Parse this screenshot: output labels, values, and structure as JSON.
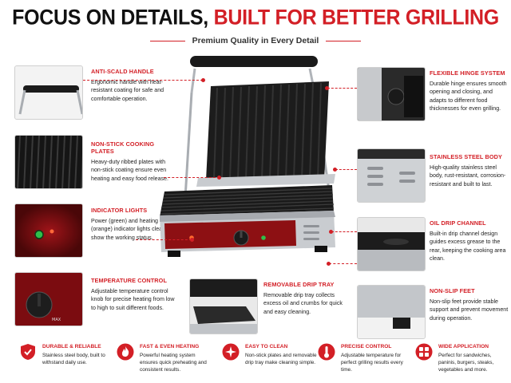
{
  "header": {
    "title_dark": "FOCUS ON DETAILS,",
    "title_red": "BUILT FOR BETTER GRILLING",
    "subtitle": "Premium Quality in Every Detail"
  },
  "left_features": [
    {
      "title": "ANTI-SCALD HANDLE",
      "body": "Ergonomic handle with heat-resistant coating for safe and comfortable operation."
    },
    {
      "title": "NON-STICK COOKING PLATES",
      "body": "Heavy-duty ribbed plates with non-stick coating ensure even heating and easy food release."
    },
    {
      "title": "INDICATOR LIGHTS",
      "body": "Power (green) and heating (orange) indicator lights clearly show the working status."
    },
    {
      "title": "TEMPERATURE CONTROL",
      "body": "Adjustable temperature control knob for precise heating from low to high to suit different foods."
    }
  ],
  "right_features": [
    {
      "title": "FLEXIBLE HINGE SYSTEM",
      "body": "Durable hinge ensures smooth opening and closing, and adapts to different food thicknesses for even grilling."
    },
    {
      "title": "STAINLESS STEEL BODY",
      "body": "High-quality stainless steel body, rust-resistant, corrosion-resistant and built to last."
    },
    {
      "title": "OIL DRIP CHANNEL",
      "body": "Built-in drip channel design guides excess grease to the rear, keeping the cooking area clean."
    },
    {
      "title": "NON-SLIP FEET",
      "body": "Non-slip feet provide stable support and prevent movement during operation."
    }
  ],
  "center_feature": {
    "title": "REMOVABLE DRIP TRAY",
    "body": "Removable drip tray collects excess oil and crumbs for quick and easy cleaning."
  },
  "bottom_features": [
    {
      "title": "DURABLE & RELIABLE",
      "body": "Stainless steel body, built to withstand daily use.",
      "icon": "shield-icon"
    },
    {
      "title": "FAST & EVEN HEATING",
      "body": "Powerful heating system ensures quick preheating and consistent results.",
      "icon": "flame-icon"
    },
    {
      "title": "EASY TO CLEAN",
      "body": "Non-stick plates and removable drip tray make cleaning simple.",
      "icon": "sparkle-icon"
    },
    {
      "title": "PRECISE CONTROL",
      "body": "Adjustable temperature for perfect grilling results every time.",
      "icon": "thermometer-icon"
    },
    {
      "title": "WIDE APPLICATION",
      "body": "Perfect for sandwiches, paninis, burgers, steaks, vegetables and more.",
      "icon": "grid-icon"
    }
  ],
  "colors": {
    "accent": "#d31f26",
    "text": "#222222",
    "steel": "#b9bcc0",
    "plate": "#1e1e1e"
  }
}
